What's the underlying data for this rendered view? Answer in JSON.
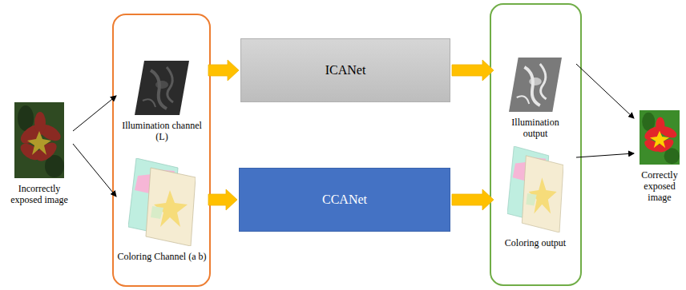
{
  "diagram": {
    "nodes": [
      {
        "text": [
          "Incorrectly exposed image"
        ]
      },
      {
        "text": [
          "Illumination channel (L)"
        ]
      },
      {
        "text": [
          "Coloring Channel (a b)"
        ]
      },
      {
        "text": [
          "ICANet"
        ]
      },
      {
        "text": [
          "CCANet"
        ]
      },
      {
        "text": [
          "Illumination output"
        ]
      },
      {
        "text": [
          "Coloring output"
        ]
      },
      {
        "text": [
          "Correctly exposed image"
        ]
      }
    ],
    "edges": [
      {
        "from": 0,
        "to": 1,
        "arrow": "to"
      },
      {
        "from": 0,
        "to": 2,
        "arrow": "to"
      },
      {
        "from": 1,
        "to": 3,
        "arrow": "to"
      },
      {
        "from": 2,
        "to": 4,
        "arrow": "to"
      },
      {
        "from": 3,
        "to": 5,
        "arrow": "to"
      },
      {
        "from": 4,
        "to": 6,
        "arrow": "to"
      },
      {
        "from": 5,
        "to": 7,
        "arrow": "to"
      },
      {
        "from": 6,
        "to": 7,
        "arrow": "to"
      }
    ]
  }
}
